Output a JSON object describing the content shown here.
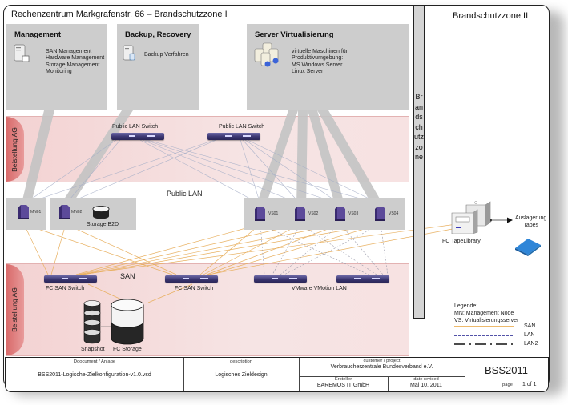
{
  "zones": {
    "zone1_title": "Rechenzentrum Markgrafenstr. 66 – Brandschutzzone I",
    "zone2_title": "Brandschutzzone II",
    "firewall_label": "Brandschutzzone"
  },
  "groups": {
    "management": {
      "title": "Management",
      "text": "SAN Management\nHardware Management\nStorage Management\nMonitoring",
      "icon": "server-management-icon"
    },
    "backup": {
      "title": "Backup, Recovery",
      "text": "Backup Verfahren",
      "icon": "server-backup-icon"
    },
    "virtualization": {
      "title": "Server Virtualisierung",
      "text": "virtuelle Maschinen für\nProduktivumgebung:\nMS Windows Server\nLinux Server",
      "icon": "server-cluster-icon"
    }
  },
  "bands": {
    "top_band_label": "Beistellung AG",
    "bottom_band_label": "Beistellung AG",
    "public_lan_label": "Public LAN",
    "san_label": "SAN"
  },
  "switches": {
    "public_lan_1": "Public LAN Switch",
    "public_lan_2": "Public LAN Switch",
    "fc_san_1": "FC SAN Switch",
    "fc_san_2": "FC SAN Switch",
    "vmotion_label": "VMware VMotion LAN"
  },
  "nodes": {
    "mn01": "MN01",
    "mn02": "MN02",
    "storage_b2d": "Storage B2D",
    "vs01": "VS01",
    "vs02": "VS02",
    "vs03": "VS03",
    "vs04": "VS04"
  },
  "storage": {
    "snapshot": "Snapshot",
    "fc_storage": "FC Storage",
    "tape_library": "FC TapeLibrary",
    "tape_out": "Auslagerung\nTapes"
  },
  "legend": {
    "title": "Legende:",
    "mn": "MN: Management Node",
    "vs": "VS: Virtualisierungsserver",
    "items": [
      {
        "label": "SAN",
        "color": "#e8a33a",
        "style": "solid"
      },
      {
        "label": "LAN",
        "color": "#1a1a8c",
        "style": "dashed"
      },
      {
        "label": "LAN2",
        "color": "#111111",
        "style": "dash-dot"
      }
    ]
  },
  "title_block": {
    "document_header": "Doocument / Anlage",
    "document_value": "BSS2011-Logische-Zielkonfiguration-v1.0.vsd",
    "description_header": "description",
    "description_value": "Logisches Zieldesign",
    "customer_header": "customer / project",
    "customer_value": "Verbraucherzentrale Bundesverband e.V.",
    "author_header": "Ersteller",
    "author_value": "BAREMOS IT GmbH",
    "date_header": "date revised",
    "date_value": "Mai 10, 2011",
    "project_code": "BSS2011",
    "page_label": "page",
    "page_value": "1 of 1"
  },
  "colors": {
    "san": "#e8a33a",
    "lan": "#1a1a8c",
    "group_gray": "#cdcdcd",
    "band_pink": "#f4dada",
    "switch_purple": "#3a3570"
  }
}
